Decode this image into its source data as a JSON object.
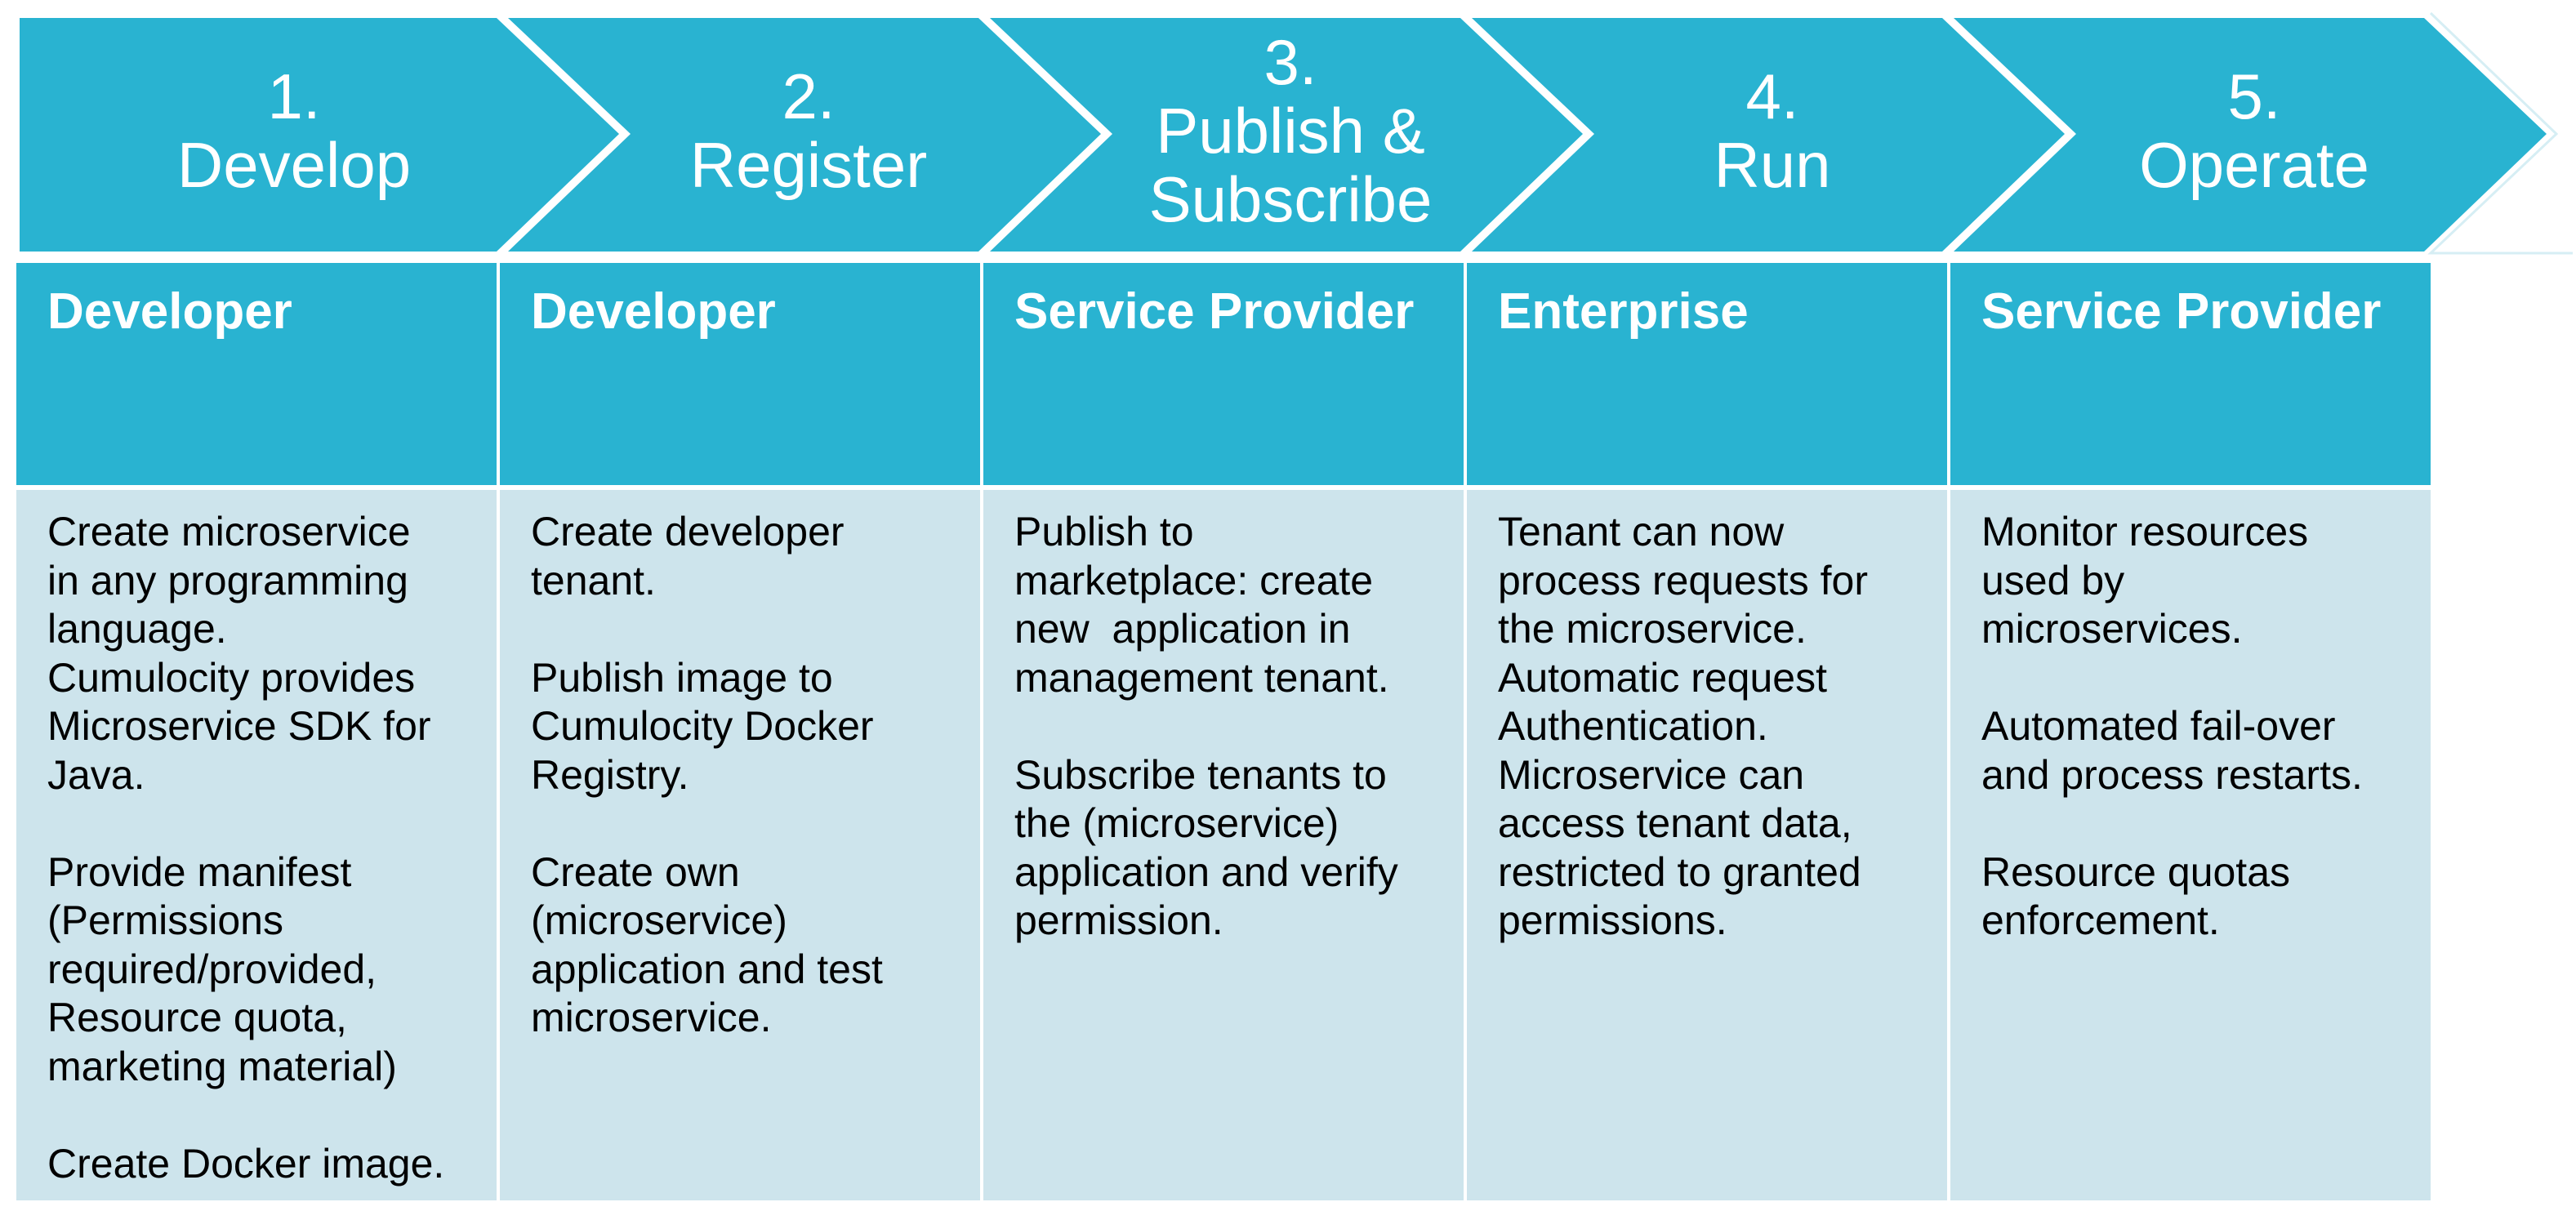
{
  "colors": {
    "chevron_fill": "#29b3d1",
    "role_fill": "#29b3d1",
    "desc_fill": "#cde4ec",
    "divider": "#ffffff"
  },
  "steps": [
    {
      "number": "1.",
      "name": "Develop",
      "role": "Developer",
      "paragraphs": [
        [
          "Create microservice",
          "in any programming",
          "language.",
          "Cumulocity provides",
          "Microservice SDK for",
          "Java."
        ],
        [
          "Provide manifest",
          "(Permissions",
          "required/provided,",
          "Resource quota,",
          "marketing material)"
        ],
        [
          "Create Docker image."
        ]
      ]
    },
    {
      "number": "2.",
      "name": "Register",
      "role": "Developer",
      "paragraphs": [
        [
          "Create developer",
          "tenant."
        ],
        [
          "Publish image to",
          "Cumulocity Docker",
          "Registry."
        ],
        [
          "Create own",
          "(microservice)",
          "application and test",
          "microservice."
        ]
      ]
    },
    {
      "number": "3.",
      "name": "Publish &",
      "name2": "Subscribe",
      "role": "Service Provider",
      "paragraphs": [
        [
          "Publish to",
          "marketplace: create",
          "new  application in",
          "management tenant."
        ],
        [
          "Subscribe tenants to",
          "the (microservice)",
          "application and verify",
          "permission."
        ]
      ]
    },
    {
      "number": "4.",
      "name": "Run",
      "role": "Enterprise",
      "paragraphs": [
        [
          "Tenant can now",
          "process requests for",
          "the microservice.",
          "Automatic request",
          "Authentication.",
          "Microservice can",
          "access tenant data,",
          "restricted to granted",
          "permissions."
        ]
      ]
    },
    {
      "number": "5.",
      "name": "Operate",
      "role": "Service Provider",
      "paragraphs": [
        [
          "Monitor resources",
          "used by",
          "microservices."
        ],
        [
          "Automated fail-over",
          "and process restarts."
        ],
        [
          "Resource quotas",
          "enforcement."
        ]
      ]
    }
  ]
}
